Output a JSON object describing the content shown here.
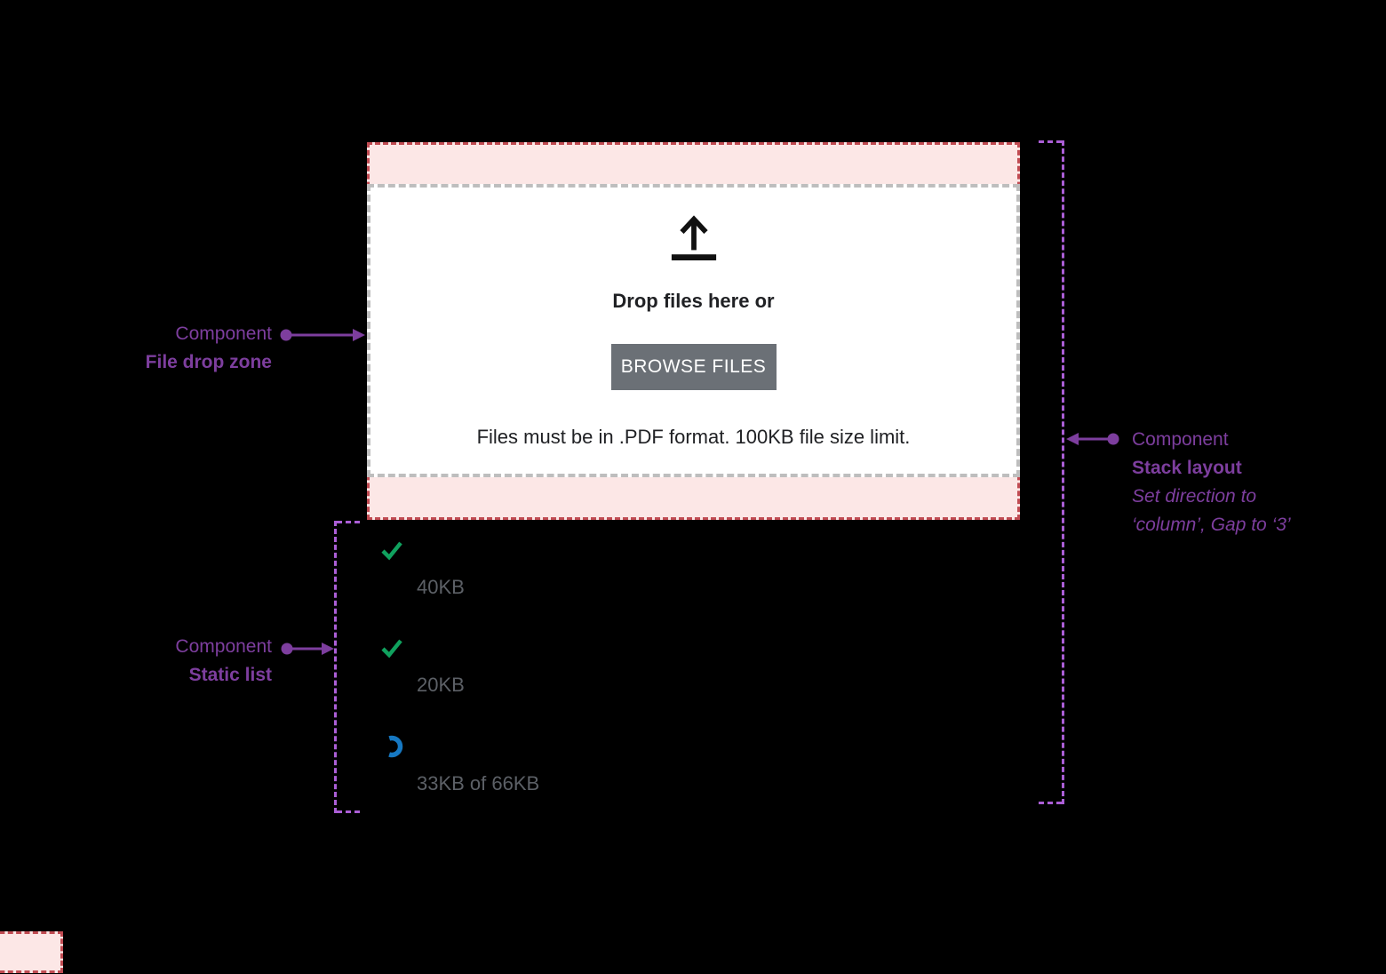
{
  "dropzone": {
    "title": "Drop files here or",
    "button_label": "BROWSE FILES",
    "helper_text": "Files must be in .PDF format. 100KB file size limit.",
    "icon": "upload-arrow-icon"
  },
  "static_list": {
    "items": [
      {
        "icon": "check-icon",
        "status": "complete",
        "size_label": "40KB"
      },
      {
        "icon": "check-icon",
        "status": "complete",
        "size_label": "20KB"
      },
      {
        "icon": "spinner-icon",
        "status": "uploading",
        "size_label": "33KB of 66KB"
      }
    ]
  },
  "annotations": {
    "file_drop_zone": {
      "eyebrow": "Component",
      "name": "File drop zone"
    },
    "static_list": {
      "eyebrow": "Component",
      "name": "Static list"
    },
    "stack_layout": {
      "eyebrow": "Component",
      "name": "Stack layout",
      "note_line1": "Set direction to",
      "note_line2": "‘column’, Gap to ‘3’"
    }
  },
  "colors": {
    "annotation_purple": "#7d3e9e",
    "bracket_purple": "#ab5ed6",
    "dropzone_pink": "#fce7e6",
    "dropzone_red_border": "#c04b52",
    "inner_gray_border": "#bebebe",
    "button_gray": "#6b7076",
    "check_green": "#10a15e",
    "spinner_blue": "#1678c2",
    "list_text_gray": "#5c6066",
    "background": "#000000"
  }
}
